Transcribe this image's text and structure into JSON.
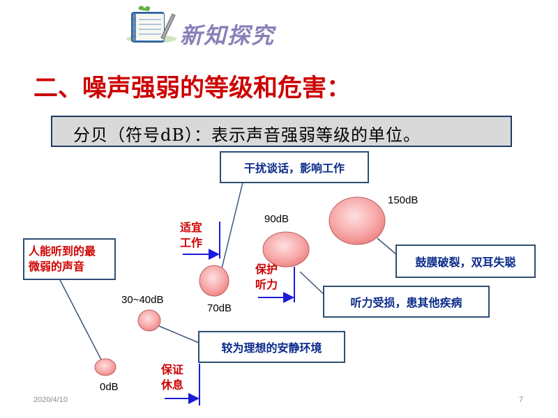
{
  "header": {
    "title": "新知探究"
  },
  "heading": "二、噪声强弱的等级和危害：",
  "definition": "分贝（符号dB）：表示声音强弱等级的单位。",
  "levels": {
    "l0": "0dB",
    "l30": "30~40dB",
    "l70": "70dB",
    "l90": "90dB",
    "l150": "150dB"
  },
  "labels": {
    "rest_line1": "保证",
    "rest_line2": "休息",
    "work_line1": "适宜",
    "work_line2": "工作",
    "hear_line1": "保护",
    "hear_line2": "听力"
  },
  "callouts": {
    "faintest_line1": "人能听到的最",
    "faintest_line2": "微弱的声音",
    "ideal": "较为理想的安静环境",
    "disturb": "干扰谈话，影响工作",
    "hearing_damage": "听力受损，患其他疾病",
    "deafness": "鼓膜破裂，双耳失聪"
  },
  "footer": {
    "date": "2020/4/10",
    "page": "7"
  },
  "colors": {
    "heading": "#cc0000",
    "callout_text": "#0a2a8a",
    "arrow": "#1a1adc",
    "bubble": "#f08080"
  }
}
